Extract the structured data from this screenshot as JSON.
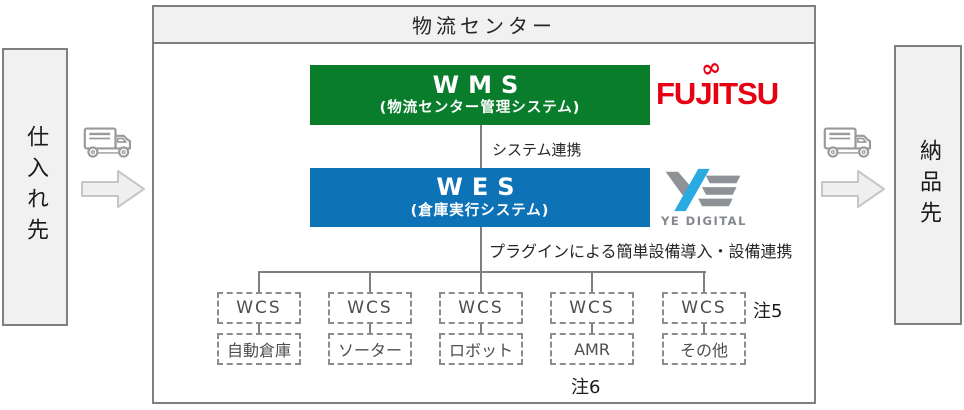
{
  "header": {
    "title": "物流センター"
  },
  "left_panel": {
    "label": "仕入れ先"
  },
  "right_panel": {
    "label": "納品先"
  },
  "wms": {
    "name": "WMS",
    "subtitle": "(物流センター管理システム)"
  },
  "wes": {
    "name": "WES",
    "subtitle": "(倉庫実行システム)"
  },
  "links": {
    "wms_wes": "システム連携",
    "wes_devices": "プラグインによる簡単設備導入・設備連携"
  },
  "logos": {
    "fujitsu": "FUJITSU",
    "fujitsu_mark": "∞",
    "ye_digital": "YE DIGITAL"
  },
  "wcs": {
    "label": "WCS",
    "devices": [
      "自動倉庫",
      "ソーター",
      "ロボット",
      "AMR",
      "その他"
    ]
  },
  "notes": {
    "note5": "注5",
    "note6": "注6"
  },
  "colors": {
    "wms_green": "#0a7d2c",
    "wes_blue": "#0e72b6",
    "fujitsu_red": "#e60012",
    "ye_blue": "#29abe2",
    "logo_gray": "#8e9296",
    "line_gray": "#7f7f7f",
    "panel_fill": "#f1f1f1"
  }
}
